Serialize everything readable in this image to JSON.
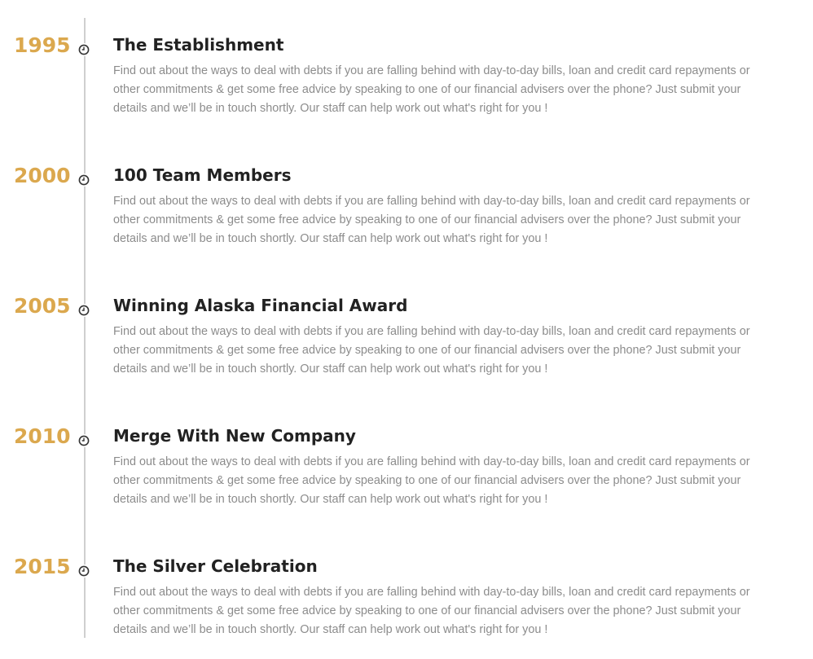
{
  "timeline": {
    "entries": [
      {
        "year": "1995",
        "title": "The Establishment",
        "description": "Find out about the ways to deal with debts if you are falling behind with day-to-day bills, loan and credit card repayments or other commitments & get some free advice by speaking to one of our financial advisers over the phone? Just submit your details and we’ll be in touch shortly. Our staff can help work out what's right for you !"
      },
      {
        "year": "2000",
        "title": "100 Team Members",
        "description": "Find out about the ways to deal with debts if you are falling behind with day-to-day bills, loan and credit card repayments or other commitments & get some free advice by speaking to one of our financial advisers over the phone? Just submit your details and we’ll be in touch shortly. Our staff can help work out what's right for you !"
      },
      {
        "year": "2005",
        "title": "Winning Alaska Financial Award",
        "description": "Find out about the ways to deal with debts if you are falling behind with day-to-day bills, loan and credit card repayments or other commitments & get some free advice by speaking to one of our financial advisers over the phone? Just submit your details and we’ll be in touch shortly. Our staff can help work out what's right for you !"
      },
      {
        "year": "2010",
        "title": "Merge With New Company",
        "description": "Find out about the ways to deal with debts if you are falling behind with day-to-day bills, loan and credit card repayments or other commitments & get some free advice by speaking to one of our financial advisers over the phone? Just submit your details and we’ll be in touch shortly. Our staff can help work out what's right for you !"
      },
      {
        "year": "2015",
        "title": "The Silver Celebration",
        "description": "Find out about the ways to deal with debts if you are falling behind with day-to-day bills, loan and credit card repayments or other commitments & get some free advice by speaking to one of our financial advisers over the phone? Just submit your details and we’ll be in touch shortly. Our staff can help work out what's right for you !"
      }
    ],
    "marker_icon": "clock-icon"
  },
  "colors": {
    "year": "#dba84e",
    "title": "#222222",
    "description": "#8c8c8c",
    "line": "#cfcfcf",
    "marker": "#333333"
  }
}
